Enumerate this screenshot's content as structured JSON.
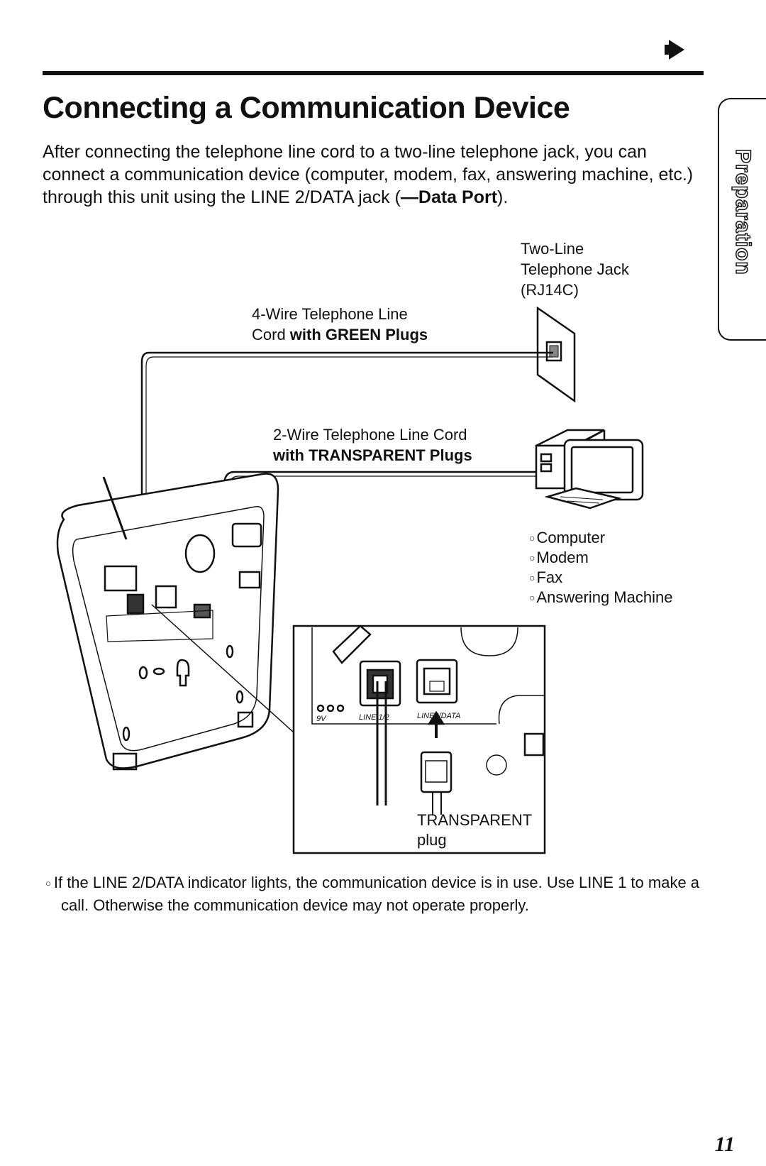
{
  "page": {
    "title": "Connecting a Communication Device",
    "intro_part1": "After connecting the telephone line cord to a two-line telephone jack, you can connect a communication device (computer, modem, fax, answering machine, etc.) through this unit using the LINE 2/DATA jack (",
    "intro_bold": "—Data Port",
    "intro_part2": ").",
    "side_tab": "Preparation",
    "page_number": "11"
  },
  "diagram": {
    "jack_label": [
      "Two-Line",
      "Telephone Jack",
      "(RJ14C)"
    ],
    "cord4_label_line1": "4-Wire Telephone Line",
    "cord4_label_line2_plain": "Cord ",
    "cord4_label_line2_bold": "with GREEN Plugs",
    "cord2_label_line1": "2-Wire Telephone Line Cord",
    "cord2_label_line2_bold": "with TRANSPARENT Plugs",
    "devices": [
      "Computer",
      "Modem",
      "Fax",
      "Answering Machine"
    ],
    "inset_plug_label": [
      "TRANSPARENT",
      "plug"
    ],
    "inset_port_labels": [
      "9V",
      "LINE 1/2",
      "LINE2/DATA"
    ]
  },
  "note": "If the LINE 2/DATA indicator lights, the communication device is in use. Use LINE 1 to make a call. Otherwise the communication device may not operate properly."
}
